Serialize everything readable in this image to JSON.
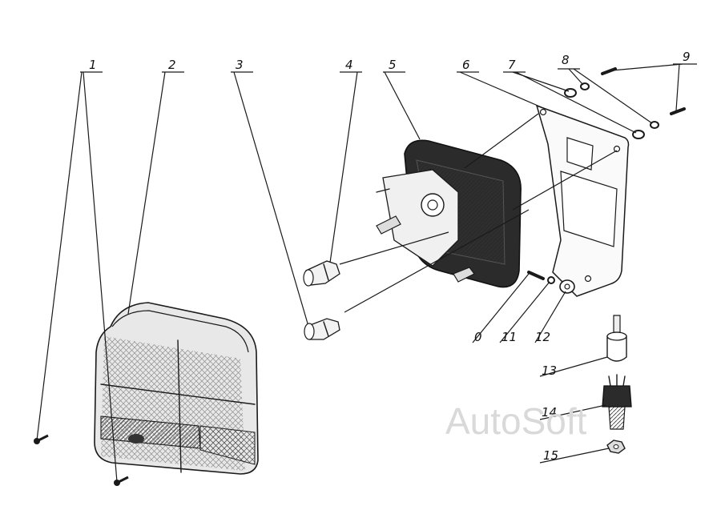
{
  "part_labels": {
    "p1": "1",
    "p2": "2",
    "p3": "3",
    "p4": "4",
    "p5": "5",
    "p6": "6",
    "p7": "7",
    "p8": "8",
    "p9": "9",
    "p10": "0",
    "p11": "11",
    "p12": "12",
    "p13": "13",
    "p14": "14",
    "p15": "15"
  },
  "watermark": "AutoSoft",
  "colors": {
    "ink": "#1a1a1a",
    "watermark": "#d9d9d9",
    "background": "#ffffff"
  }
}
